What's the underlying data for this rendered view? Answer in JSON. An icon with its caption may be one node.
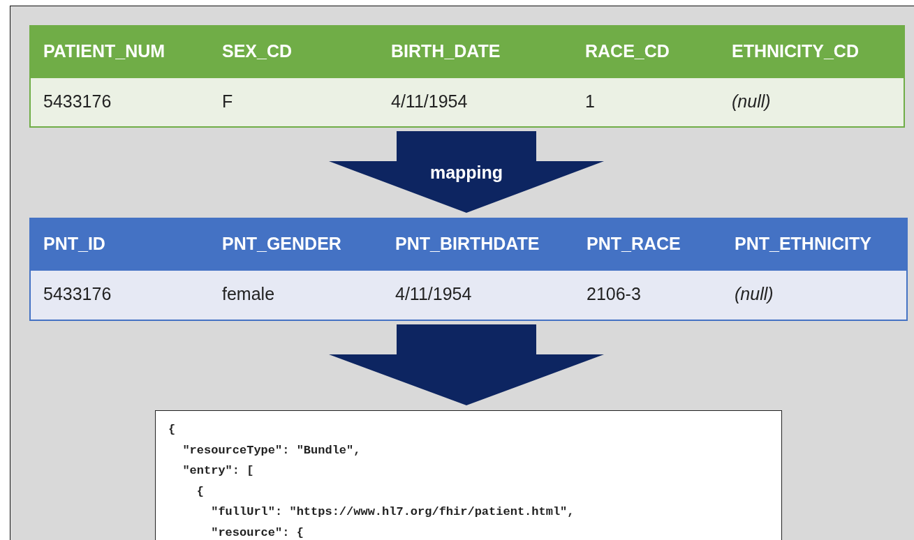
{
  "diagram": {
    "nodes": [
      {
        "text": [
          "PATIENT_NUM",
          "SEX_CD",
          "BIRTH_DATE",
          "RACE_CD",
          "ETHNICITY_CD",
          "5433176",
          "F",
          "4/11/1954",
          "1",
          "(null)"
        ]
      },
      {
        "text": [
          "PNT_ID",
          "PNT_GENDER",
          "PNT_BIRTHDATE",
          "PNT_RACE",
          "PNT_ETHNICITY",
          "5433176",
          "female",
          "4/11/1954",
          "2106-3",
          "(null)"
        ]
      },
      {
        "text": [
          "{",
          "  \"resourceType\": \"Bundle\",",
          "  \"entry\": [",
          "    {",
          "      \"fullUrl\": \"https://www.hl7.org/fhir/patient.html\",",
          "      \"resource\": {"
        ]
      }
    ],
    "edges": [
      {
        "from": 0,
        "to": 1,
        "arrow": "to",
        "label": "mapping"
      },
      {
        "from": 1,
        "to": 2,
        "arrow": "to"
      }
    ]
  }
}
